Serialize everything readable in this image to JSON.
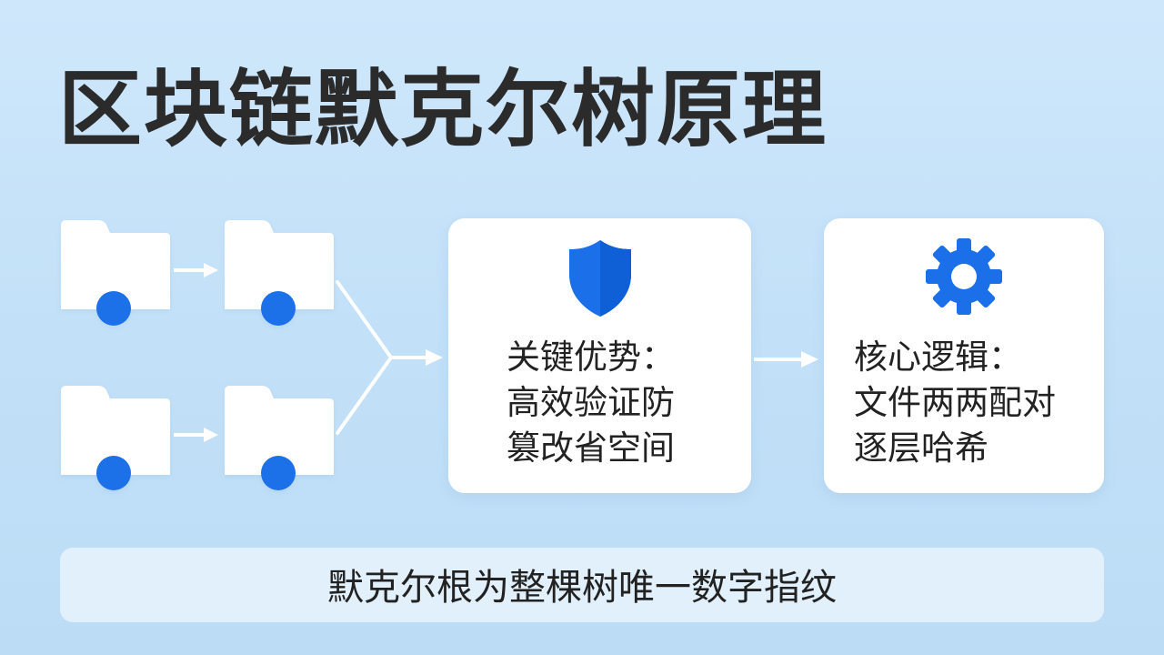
{
  "title": "区块链默克尔树原理",
  "colors": {
    "accent_blue": "#1b6fe8",
    "folder_white": "#ffffff",
    "arrow_white": "#ffffff",
    "text_dark": "#2b2b2b"
  },
  "diagram": {
    "folders": [
      {
        "id": "folder-top-left"
      },
      {
        "id": "folder-top-right"
      },
      {
        "id": "folder-bottom-left"
      },
      {
        "id": "folder-bottom-right"
      }
    ],
    "advantage_card": {
      "icon": "shield-icon",
      "lines": [
        "关键优势：",
        "高效验证防",
        "篡改省空间"
      ]
    },
    "logic_card": {
      "icon": "gear-icon",
      "lines": [
        "核心逻辑：",
        "文件两两配对",
        "逐层哈希"
      ]
    }
  },
  "footer": {
    "text": "默克尔根为整棵树唯一数字指纹"
  }
}
